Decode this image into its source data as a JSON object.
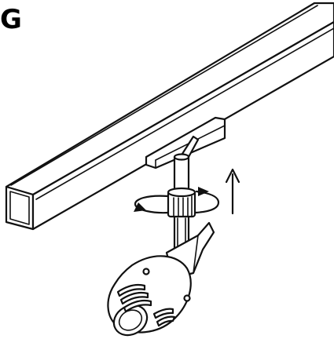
{
  "figure": {
    "step_label": "G",
    "parts": [
      "track-rail",
      "adapter",
      "locking-ring",
      "stem",
      "spotlight-head"
    ],
    "motions": [
      "rotate-around-stem",
      "push-upward"
    ],
    "colors": {
      "line": "#111111",
      "background": "#ffffff"
    }
  }
}
